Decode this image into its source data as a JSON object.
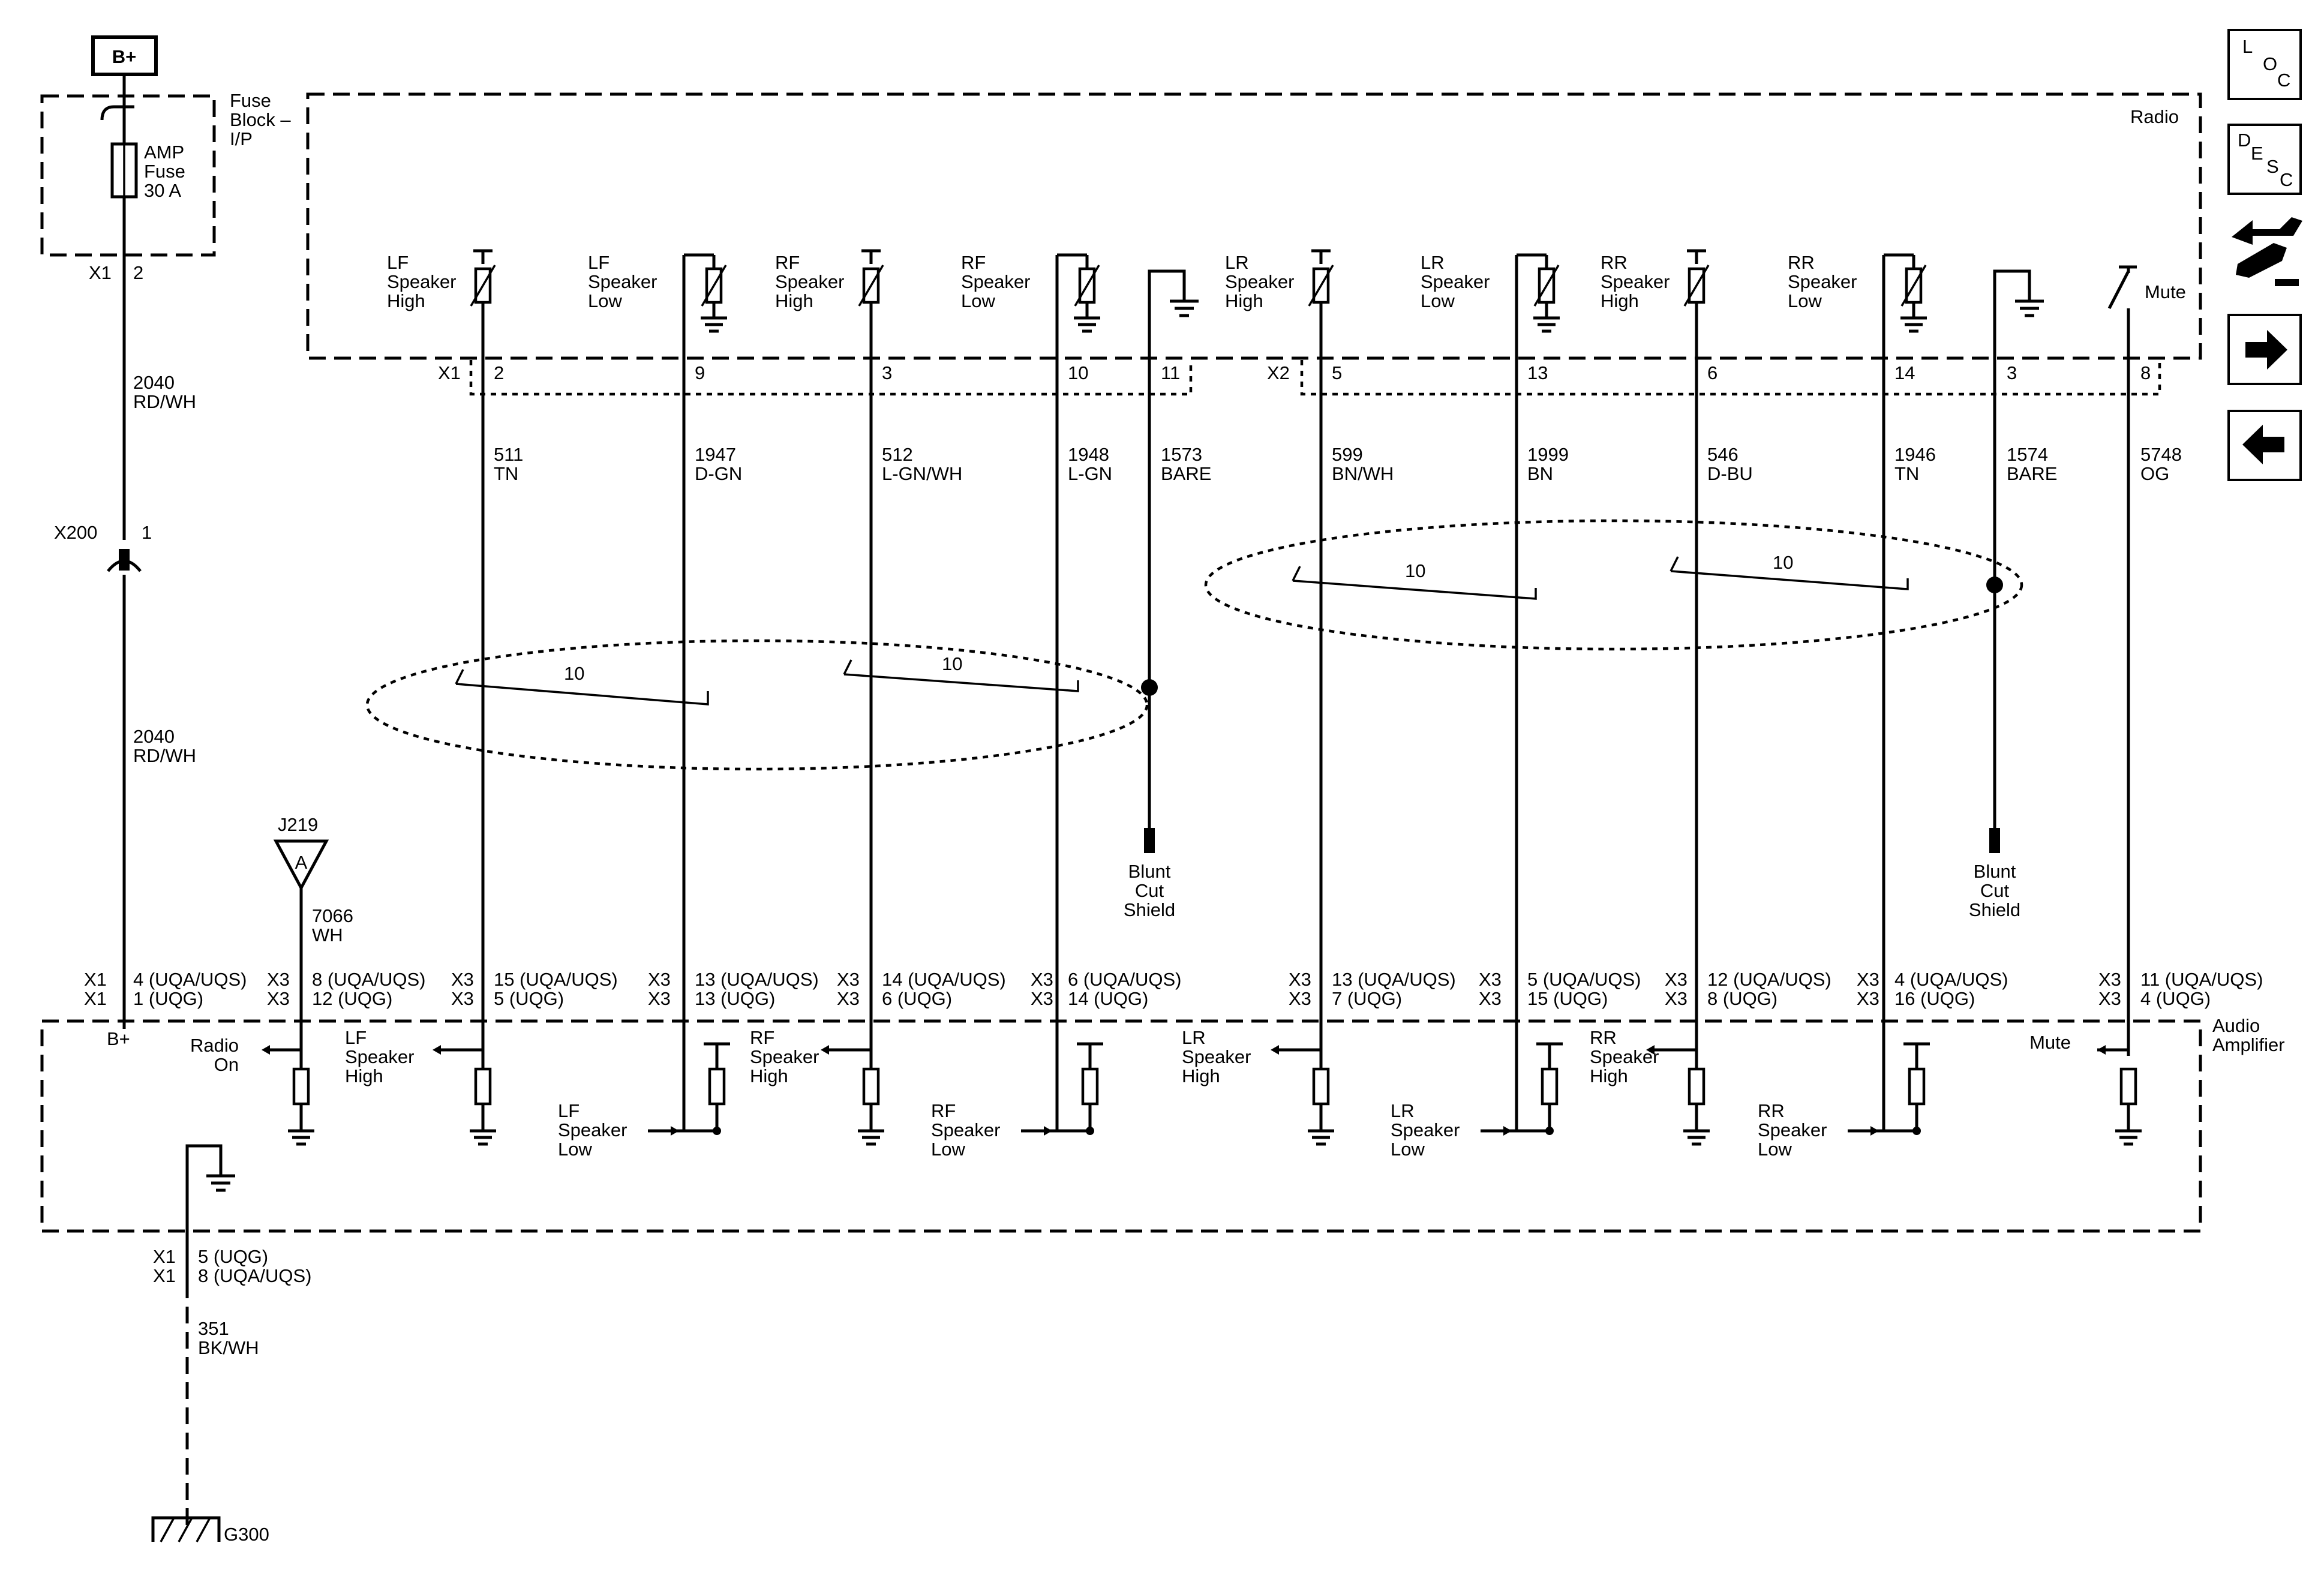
{
  "power": {
    "label": "B+"
  },
  "fuse_block": {
    "title_1": "Fuse",
    "title_2": "Block –",
    "title_3": "I/P",
    "fuse_l1": "AMP",
    "fuse_l2": "Fuse",
    "fuse_l3": "30 A",
    "conn": "X1",
    "pin": "2"
  },
  "feed": {
    "circuit_upper": "2040",
    "color_upper": "RD/WH",
    "inline_conn": "X200",
    "inline_pin": "1",
    "circuit_lower": "2040",
    "color_lower": "RD/WH"
  },
  "radio": {
    "title": "Radio",
    "conn_x1": "X1",
    "conn_x2": "X2",
    "mute_label": "Mute"
  },
  "channels": [
    {
      "n1": "LF",
      "n2": "Speaker",
      "n3": "High",
      "pin": "2",
      "circuit": "511",
      "color": "TN",
      "amp_conn1": "X3",
      "amp_conn2": "X3",
      "amp_pin1": "15 (UQA/UQS)",
      "amp_pin2": "5 (UQG)"
    },
    {
      "n1": "LF",
      "n2": "Speaker",
      "n3": "Low",
      "pin": "9",
      "circuit": "1947",
      "color": "D-GN",
      "amp_conn1": "X3",
      "amp_conn2": "X3",
      "amp_pin1": "13 (UQA/UQS)",
      "amp_pin2": "13 (UQG)"
    },
    {
      "n1": "RF",
      "n2": "Speaker",
      "n3": "High",
      "pin": "3",
      "circuit": "512",
      "color": "L-GN/WH",
      "amp_conn1": "X3",
      "amp_conn2": "X3",
      "amp_pin1": "14 (UQA/UQS)",
      "amp_pin2": "6 (UQG)"
    },
    {
      "n1": "RF",
      "n2": "Speaker",
      "n3": "Low",
      "pin": "10",
      "circuit": "1948",
      "color": "L-GN",
      "amp_conn1": "X3",
      "amp_conn2": "X3",
      "amp_pin1": "6 (UQA/UQS)",
      "amp_pin2": "14 (UQG)"
    },
    {
      "n1": "LR",
      "n2": "Speaker",
      "n3": "High",
      "pin": "5",
      "circuit": "599",
      "color": "BN/WH",
      "amp_conn1": "X3",
      "amp_conn2": "X3",
      "amp_pin1": "13 (UQA/UQS)",
      "amp_pin2": "7 (UQG)"
    },
    {
      "n1": "LR",
      "n2": "Speaker",
      "n3": "Low",
      "pin": "13",
      "circuit": "1999",
      "color": "BN",
      "amp_conn1": "X3",
      "amp_conn2": "X3",
      "amp_pin1": "5 (UQA/UQS)",
      "amp_pin2": "15 (UQG)"
    },
    {
      "n1": "RR",
      "n2": "Speaker",
      "n3": "High",
      "pin": "6",
      "circuit": "546",
      "color": "D-BU",
      "amp_conn1": "X3",
      "amp_conn2": "X3",
      "amp_pin1": "12 (UQA/UQS)",
      "amp_pin2": "8 (UQG)"
    },
    {
      "n1": "RR",
      "n2": "Speaker",
      "n3": "Low",
      "pin": "14",
      "circuit": "1946",
      "color": "TN",
      "amp_conn1": "X3",
      "amp_conn2": "X3",
      "amp_pin1": "4 (UQA/UQS)",
      "amp_pin2": "16 (UQG)"
    }
  ],
  "shields": [
    {
      "pin": "11",
      "circuit": "1573",
      "color": "BARE",
      "twist_label_a": "10",
      "twist_label_b": "10",
      "end_1": "Blunt",
      "end_2": "Cut",
      "end_3": "Shield"
    },
    {
      "pin": "3",
      "circuit": "1574",
      "color": "BARE",
      "twist_label_a": "10",
      "twist_label_b": "10",
      "end_1": "Blunt",
      "end_2": "Cut",
      "end_3": "Shield"
    }
  ],
  "mute": {
    "pin": "8",
    "circuit": "5748",
    "color": "OG",
    "amp_conn1": "X3",
    "amp_conn2": "X3",
    "amp_pin1": "11 (UQA/UQS)",
    "amp_pin2": "4 (UQG)"
  },
  "radio_on": {
    "splice": "J219",
    "splice_letter": "A",
    "circuit": "7066",
    "color": "WH",
    "amp_conn1": "X3",
    "amp_conn2": "X3",
    "amp_pin1": "8 (UQA/UQS)",
    "amp_pin2": "12 (UQG)"
  },
  "amp_b_plus": {
    "conn1": "X1",
    "conn2": "X1",
    "pin1": "4 (UQA/UQS)",
    "pin2": "1 (UQG)",
    "label": "B+"
  },
  "amplifier": {
    "title_1": "Audio",
    "title_2": "Amplifier",
    "radio_on_1": "Radio",
    "radio_on_2": "On",
    "mute_label": "Mute",
    "inputs": [
      {
        "l1": "LF",
        "l2": "Speaker",
        "l3": "High"
      },
      {
        "l1": "LF",
        "l2": "Speaker",
        "l3": "Low"
      },
      {
        "l1": "RF",
        "l2": "Speaker",
        "l3": "High"
      },
      {
        "l1": "RF",
        "l2": "Speaker",
        "l3": "Low"
      },
      {
        "l1": "LR",
        "l2": "Speaker",
        "l3": "High"
      },
      {
        "l1": "LR",
        "l2": "Speaker",
        "l3": "Low"
      },
      {
        "l1": "RR",
        "l2": "Speaker",
        "l3": "High"
      },
      {
        "l1": "RR",
        "l2": "Speaker",
        "l3": "Low"
      }
    ]
  },
  "ground": {
    "conn1": "X1",
    "conn2": "X1",
    "pin1": "5 (UQG)",
    "pin2": "8 (UQA/UQS)",
    "circuit": "351",
    "color": "BK/WH",
    "label": "G300"
  },
  "nav": {
    "loc": [
      "L",
      "O",
      "C"
    ],
    "desc": [
      "D",
      "E",
      "S",
      "C"
    ],
    "icons": [
      "connector-tool-icon",
      "arrow-right-icon",
      "arrow-left-icon"
    ]
  }
}
